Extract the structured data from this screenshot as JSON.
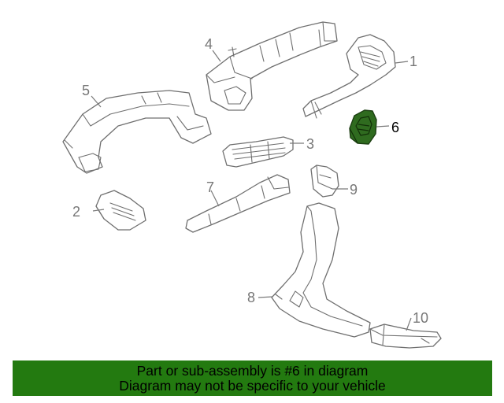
{
  "callouts": {
    "c1": "1",
    "c2": "2",
    "c3": "3",
    "c4": "4",
    "c5": "5",
    "c6": "6",
    "c7": "7",
    "c8": "8",
    "c9": "9",
    "c10": "10"
  },
  "highlight_color": "#2f6b1f",
  "banner": {
    "background": "#237a10",
    "line1": "Part or sub-assembly is #6 in diagram",
    "line2": "Diagram may not be specific to your vehicle"
  }
}
